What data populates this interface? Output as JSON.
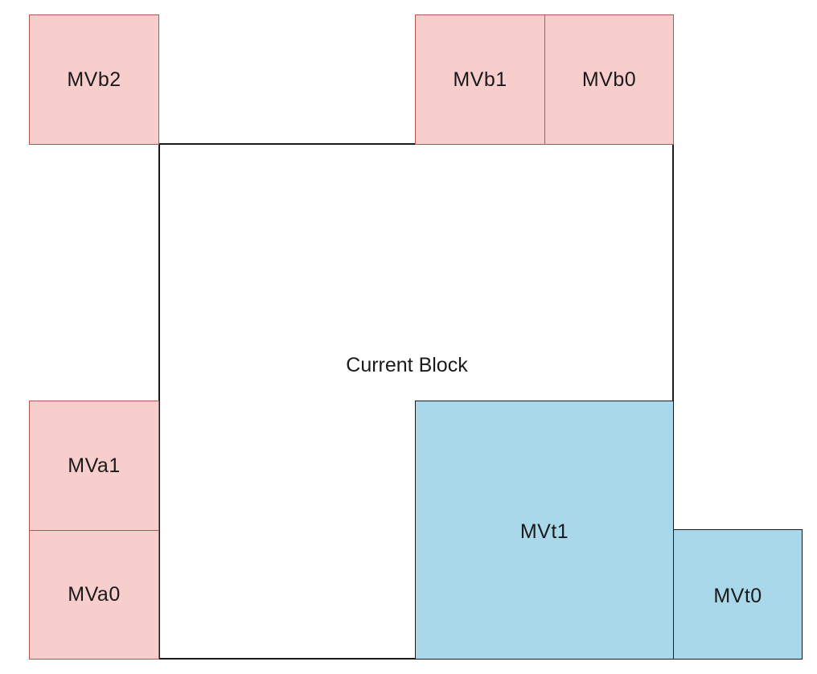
{
  "current_block": {
    "label": "Current Block"
  },
  "spatial_neighbors": {
    "mvb2": "MVb2",
    "mvb1": "MVb1",
    "mvb0": "MVb0",
    "mva1": "MVa1",
    "mva0": "MVa0"
  },
  "temporal_neighbors": {
    "mvt1": "MVt1",
    "mvt0": "MVt0"
  },
  "colors": {
    "spatial_fill": "#f8cecc",
    "spatial_border": "#b85450",
    "temporal_fill": "#a8d8ea",
    "current_fill": "#ffffff"
  }
}
